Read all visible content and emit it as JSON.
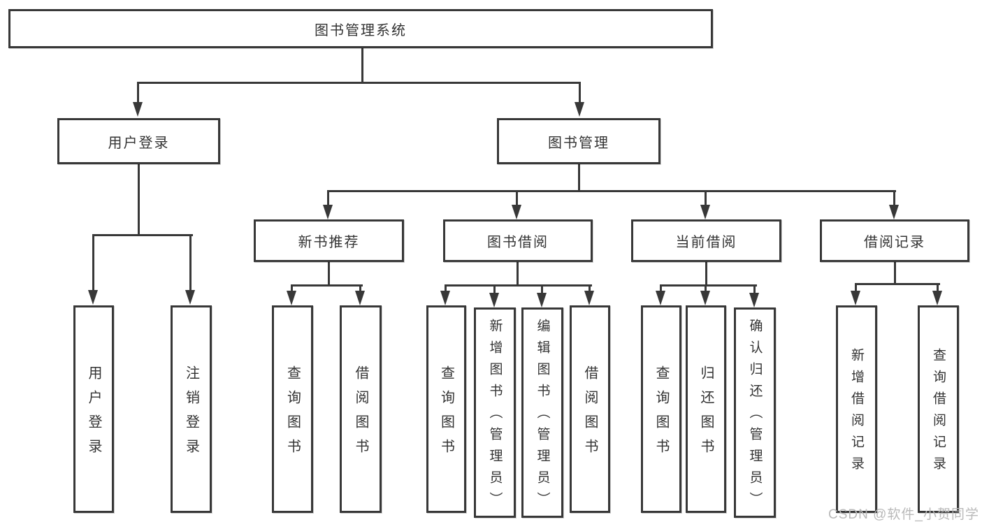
{
  "diagram": {
    "nodes": {
      "root": {
        "label": "图书管理系统"
      },
      "user_login": {
        "label": "用户登录"
      },
      "book_mgmt": {
        "label": "图书管理"
      },
      "new_book": {
        "label": "新书推荐"
      },
      "book_borrow": {
        "label": "图书借阅"
      },
      "current_borrow": {
        "label": "当前借阅"
      },
      "borrow_record": {
        "label": "借阅记录"
      },
      "leaf_user_login": {
        "label": "用户登录"
      },
      "leaf_logout": {
        "label": "注销登录"
      },
      "nb_query": {
        "label": "查询图书"
      },
      "nb_borrow": {
        "label": "借阅图书"
      },
      "bb_query": {
        "label": "查询图书"
      },
      "bb_add": {
        "label": "新增图书（管理员）"
      },
      "bb_edit": {
        "label": "编辑图书（管理员）"
      },
      "bb_borrow": {
        "label": "借阅图书"
      },
      "cb_query": {
        "label": "查询图书"
      },
      "cb_return": {
        "label": "归还图书"
      },
      "cb_confirm": {
        "label": "确认归还（管理员）"
      },
      "br_add": {
        "label": "新增借阅记录"
      },
      "br_query": {
        "label": "查询借阅记录"
      }
    },
    "structure": {
      "图书管理系统": {
        "用户登录": [
          "用户登录",
          "注销登录"
        ],
        "图书管理": {
          "新书推荐": [
            "查询图书",
            "借阅图书"
          ],
          "图书借阅": [
            "查询图书",
            "新增图书（管理员）",
            "编辑图书（管理员）",
            "借阅图书"
          ],
          "当前借阅": [
            "查询图书",
            "归还图书",
            "确认归还（管理员）"
          ],
          "借阅记录": [
            "新增借阅记录",
            "查询借阅记录"
          ]
        }
      }
    }
  },
  "watermark": {
    "text": "CSDN @软件_小贺同学"
  },
  "colors": {
    "line": "#383838",
    "text": "#333333",
    "watermark": "#b9b9b9",
    "background": "#ffffff"
  }
}
